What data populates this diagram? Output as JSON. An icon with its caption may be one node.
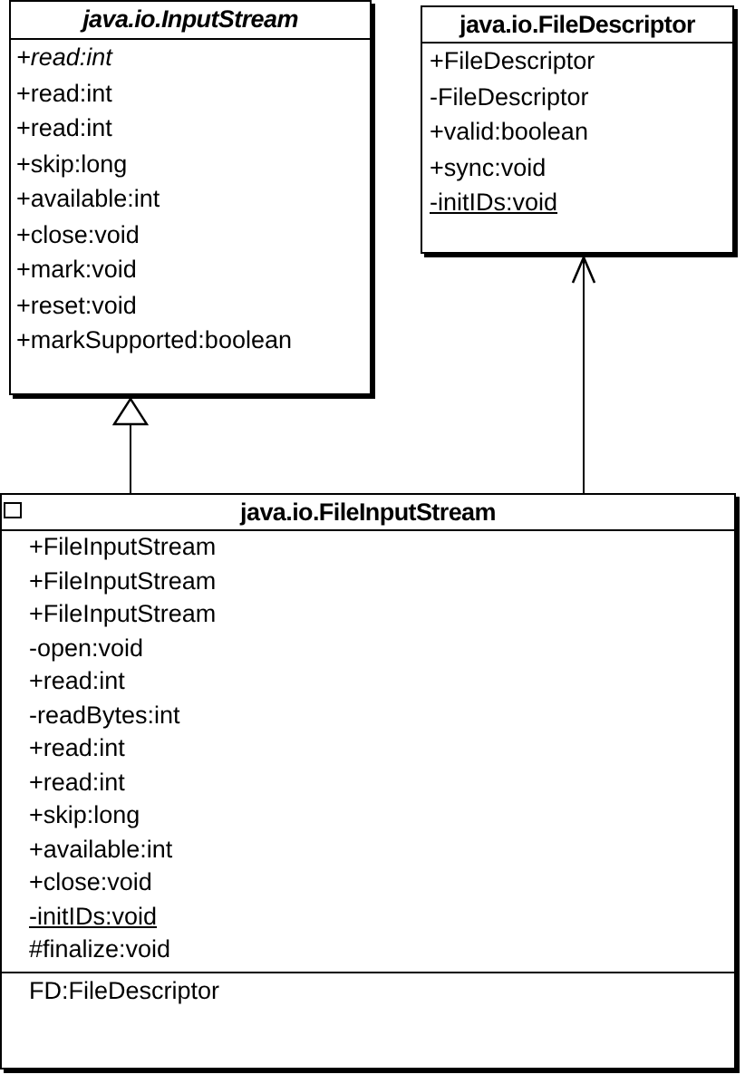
{
  "diagram": {
    "nodes": [
      {
        "text": [
          "java.io.InputStream",
          "+read:int",
          "+read:int",
          "+read:int",
          "+skip:long",
          "+available:int",
          "+close:void",
          "+mark:void",
          "+reset:void",
          "+markSupported:boolean"
        ]
      },
      {
        "text": [
          "java.io.FileDescriptor",
          "+FileDescriptor",
          "-FileDescriptor",
          "+valid:boolean",
          "+sync:void",
          "-initIDs:void"
        ]
      },
      {
        "text": [
          "java.io.FileInputStream",
          "+FileInputStream",
          "+FileInputStream",
          "+FileInputStream",
          "-open:void",
          "+read:int",
          "-readBytes:int",
          "+read:int",
          "+read:int",
          "+skip:long",
          "+available:int",
          "+close:void",
          "-initIDs:void",
          "#finalize:void",
          "FD:FileDescriptor"
        ]
      }
    ],
    "edges": [
      {
        "from": 2,
        "to": 0,
        "arrow": "to"
      },
      {
        "from": 2,
        "to": 1,
        "arrow": "to"
      }
    ]
  }
}
